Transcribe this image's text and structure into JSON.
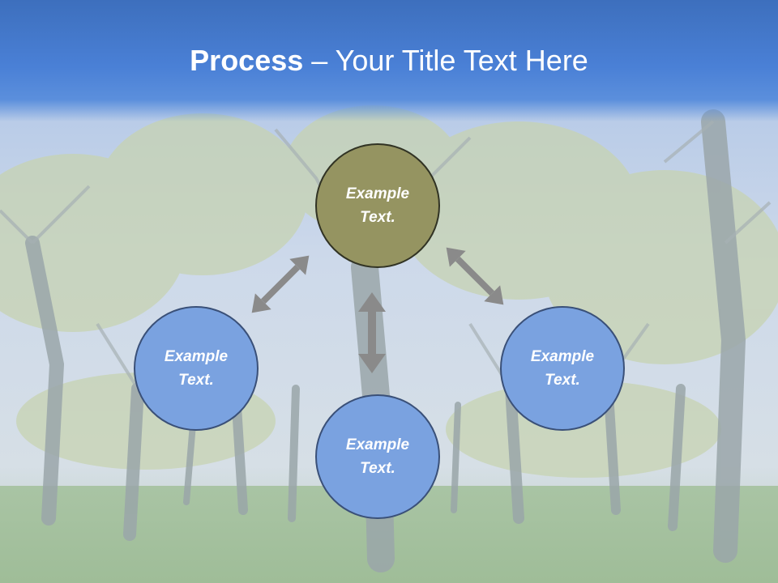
{
  "slide": {
    "title_strong": "Process",
    "title_rest": " – Your Title Text Here"
  },
  "diagram": {
    "nodes": [
      {
        "id": "top",
        "text": "Example Text.",
        "color": "#959461"
      },
      {
        "id": "left",
        "text": "Example Text.",
        "color": "#7aa2e0"
      },
      {
        "id": "bottom",
        "text": "Example Text.",
        "color": "#7aa2e0"
      },
      {
        "id": "right",
        "text": "Example Text.",
        "color": "#7aa2e0"
      }
    ],
    "arrow_color": "#8a8a8a"
  }
}
